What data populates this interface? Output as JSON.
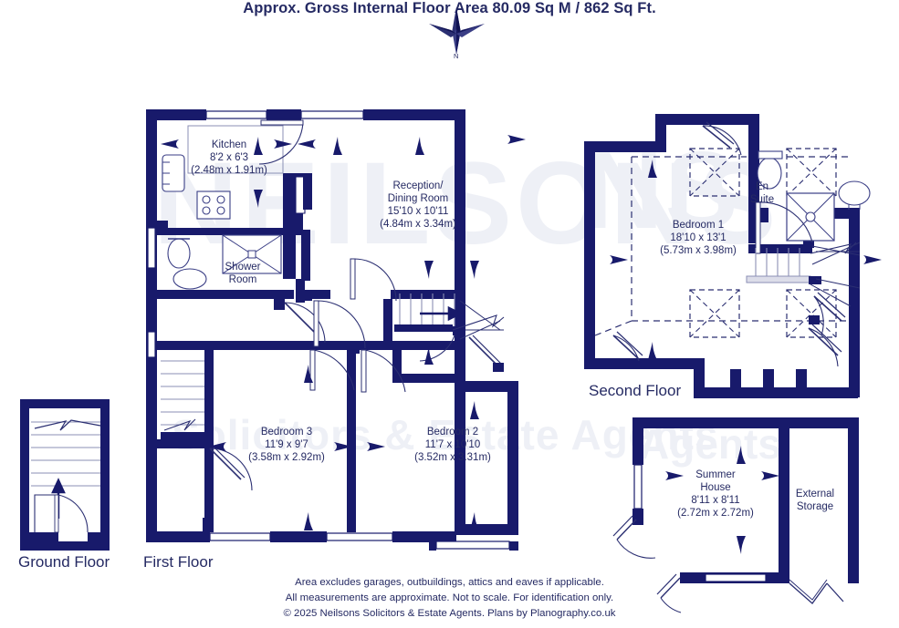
{
  "document": {
    "title": "Approx. Gross Internal Floor Area 80.09 Sq M / 862 Sq Ft.",
    "compass_label": "N",
    "watermarks": {
      "line1": "NEILSONS",
      "line2": "Solicitors & Estate Agents",
      "line3": "NS",
      "line4": "Agents"
    }
  },
  "floors": [
    {
      "id": "ground",
      "label": "Ground Floor"
    },
    {
      "id": "first",
      "label": "First Floor"
    },
    {
      "id": "second",
      "label": "Second Floor"
    }
  ],
  "rooms": [
    {
      "id": "kitchen",
      "name": "Kitchen",
      "dims_imperial": "8'2 x 6'3",
      "dims_metric": "(2.48m x 1.91m)",
      "floor": "first"
    },
    {
      "id": "reception-dining",
      "name_line1": "Reception/",
      "name_line2": "Dining Room",
      "dims_imperial": "15'10 x 10'11",
      "dims_metric": "(4.84m x 3.34m)",
      "floor": "first"
    },
    {
      "id": "shower-room",
      "name_line1": "Shower",
      "name_line2": "Room",
      "floor": "first"
    },
    {
      "id": "bedroom-3",
      "name": "Bedroom 3",
      "dims_imperial": "11'9 x 9'7",
      "dims_metric": "(3.58m x 2.92m)",
      "floor": "first"
    },
    {
      "id": "bedroom-2",
      "name": "Bedroom 2",
      "dims_imperial": "11'7 x 10'10",
      "dims_metric": "(3.52m x 3.31m)",
      "floor": "first"
    },
    {
      "id": "bedroom-1",
      "name": "Bedroom 1",
      "dims_imperial": "18'10 x 13'1",
      "dims_metric": "(5.73m x 3.98m)",
      "floor": "second"
    },
    {
      "id": "en-suite",
      "name_line1": "En",
      "name_line2": "Suite",
      "floor": "second"
    },
    {
      "id": "summer-house",
      "name_line1": "Summer",
      "name_line2": "House",
      "dims_imperial": "8'11 x 8'11",
      "dims_metric": "(2.72m x 2.72m)",
      "floor": "outbuilding"
    },
    {
      "id": "external-storage",
      "name_line1": "External",
      "name_line2": "Storage",
      "floor": "outbuilding"
    }
  ],
  "footer": {
    "line1": "Area excludes garages, outbuildings, attics and eaves if applicable.",
    "line2": "All measurements are approximate. Not to scale. For identification only.",
    "line3": "© 2025 Neilsons Solicitors & Estate Agents. Plans by Planography.co.uk"
  },
  "colors": {
    "wall": "#181a6b",
    "text": "#252a63",
    "thin_line": "#8b8fb5",
    "background": "#ffffff",
    "watermark": "#eef0f6"
  }
}
